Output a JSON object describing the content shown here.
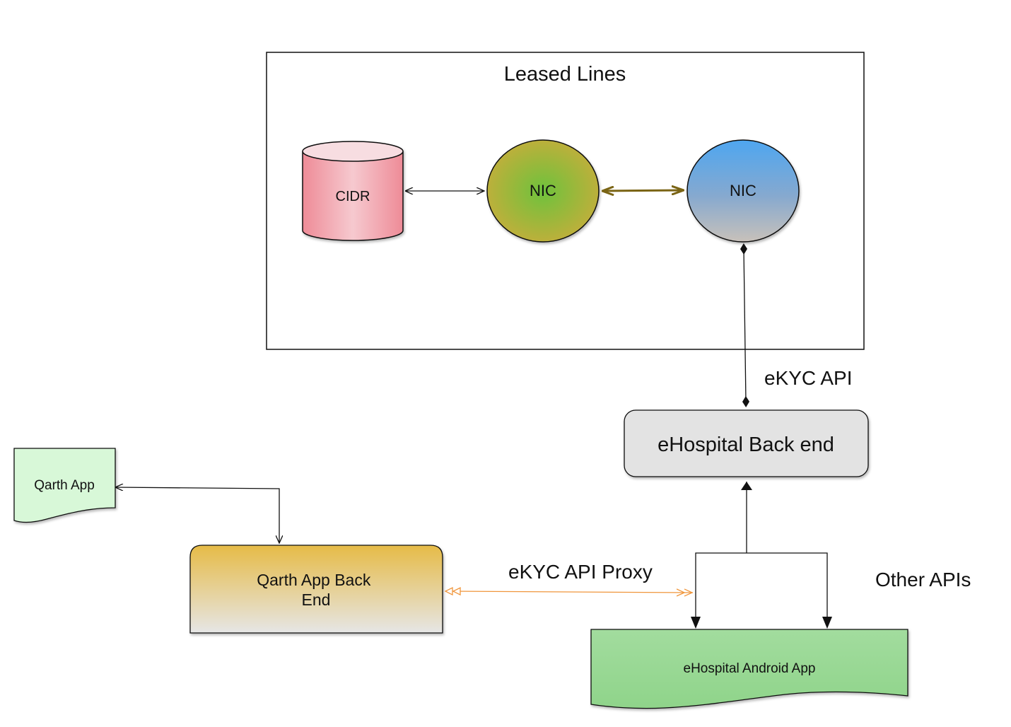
{
  "container": {
    "title": "Leased Lines"
  },
  "nodes": {
    "cidr": "CIDR",
    "nic_left": "NIC",
    "nic_right": "NIC",
    "ehospital_backend": "eHospital Back end",
    "qarth_app": "Qarth App",
    "qarth_backend_line1": "Qarth App Back",
    "qarth_backend_line2": "End",
    "ehospital_android": "eHospital Android App"
  },
  "edges": {
    "ekyc_api": "eKYC API",
    "ekyc_api_proxy": "eKYC API Proxy",
    "other_apis": "Other APIs"
  },
  "colors": {
    "cidr_top": "#f7dde1",
    "cidr_body": "#ee8b97",
    "nic_left_center": "#6ec23c",
    "nic_left_edge": "#c4ae3a",
    "nic_right_top": "#4ea6f0",
    "nic_right_bottom": "#c8c1ba",
    "nic_link": "#7a6414",
    "ehospital_backend_fill": "#e3e3e3",
    "qarth_app_fill": "#d8f8d8",
    "qarth_backend_top": "#e6bb47",
    "qarth_backend_bottom": "#e6e6e6",
    "android_fill": "#a2dc9e",
    "proxy_link": "#f0963c"
  }
}
